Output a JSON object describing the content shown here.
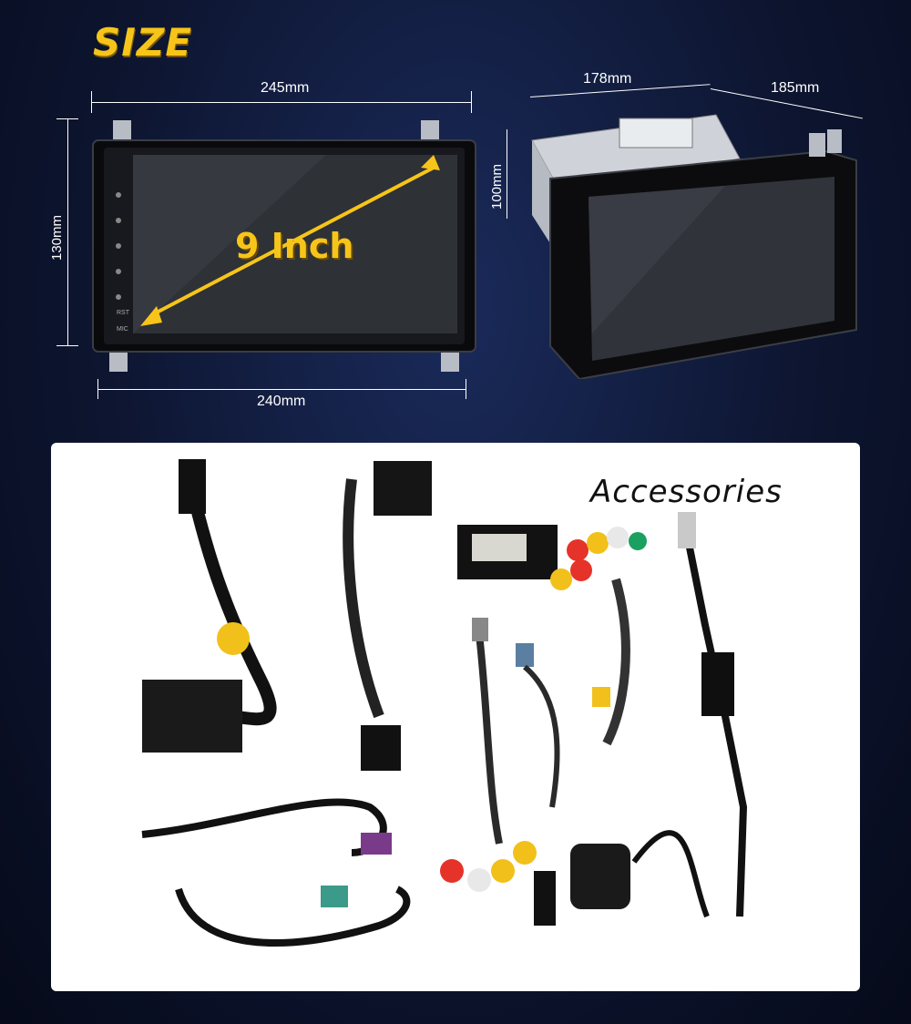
{
  "header": {
    "title": "SIZE"
  },
  "dimensions": {
    "front_width_top": "245mm",
    "front_height": "130mm",
    "front_width_bottom": "240mm",
    "side_width": "178mm",
    "side_depth": "185mm",
    "side_height": "100mm"
  },
  "screen": {
    "size_label": "9 Inch",
    "buttons": [
      "RST",
      "MIC"
    ]
  },
  "accessories": {
    "title": "Accessories"
  },
  "colors": {
    "accent": "#f7c51a",
    "background": "#0d1530",
    "panel": "#ffffff"
  }
}
